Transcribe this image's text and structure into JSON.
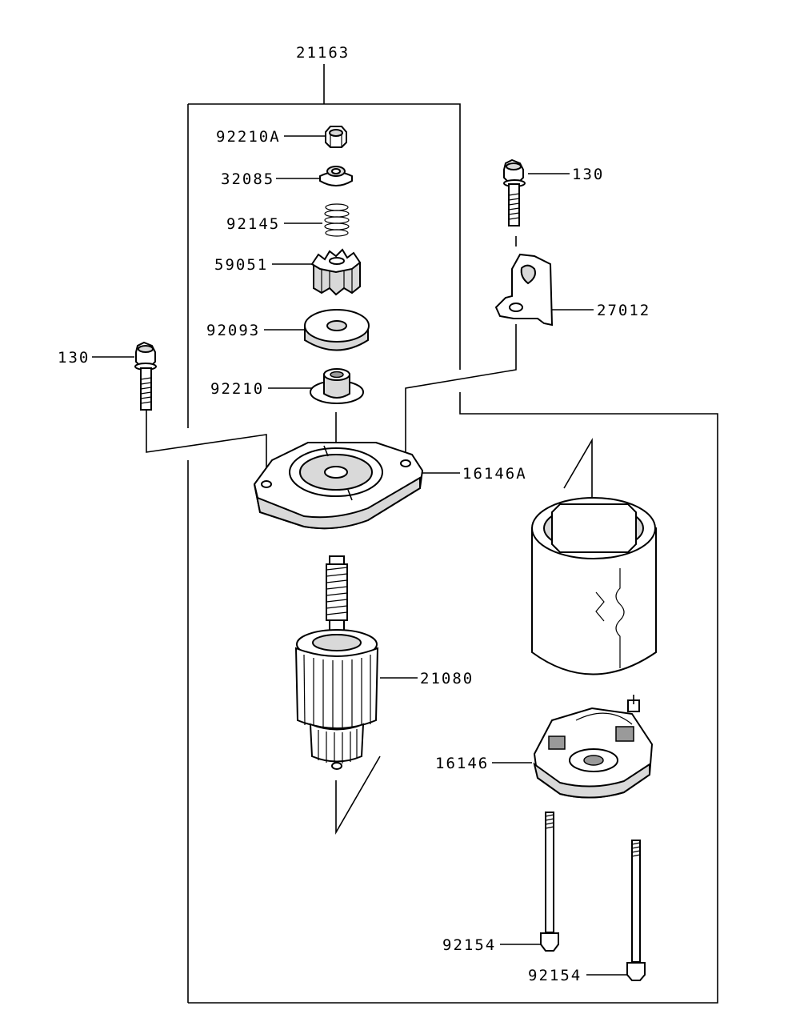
{
  "diagram": {
    "labels": {
      "assembly": "21163",
      "nut": "92210A",
      "stop_collar": "32085",
      "spring": "92145",
      "pinion_gear": "59051",
      "washer": "92093",
      "nut_drive": "92210",
      "bolt_left": "130",
      "bolt_right": "130",
      "bracket": "27012",
      "front_cover": "16146A",
      "armature": "21080",
      "rear_cover": "16146",
      "through_bolt_1": "92154",
      "through_bolt_2": "92154"
    }
  }
}
